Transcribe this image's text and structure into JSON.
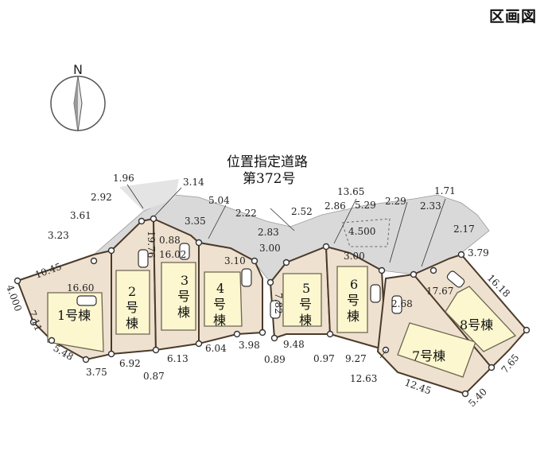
{
  "header": {
    "title": "区画図"
  },
  "compass": {
    "north_label": "N"
  },
  "road": {
    "line1": "位置指定道路",
    "line2": "第372号"
  },
  "houses": [
    "1号棟",
    "2\n号\n棟",
    "3\n号\n棟",
    "4\n号\n棟",
    "5\n号\n棟",
    "6\n号\n棟",
    "7号棟",
    "8号棟"
  ],
  "house_labels": {
    "h1": "1号棟",
    "h2a": "2",
    "h2b": "号",
    "h2c": "棟",
    "h3a": "3",
    "h3b": "号",
    "h3c": "棟",
    "h4a": "4",
    "h4b": "号",
    "h4c": "棟",
    "h5a": "5",
    "h5b": "号",
    "h5c": "棟",
    "h6a": "6",
    "h6b": "号",
    "h6c": "棟",
    "h7": "7号棟",
    "h8": "8号棟"
  },
  "dimensions": {
    "d_196": "1.96",
    "d_314": "3.14",
    "d_292": "2.92",
    "d_361": "3.61",
    "d_323": "3.23",
    "d_1045": "10.45",
    "d_1660": "16.60",
    "d_4000": "4.000",
    "d_711": "7.11",
    "d_548": "5.48",
    "d_375": "3.75",
    "d_692": "6.92",
    "d_087": "0.87",
    "d_613": "6.13",
    "d_604": "6.04",
    "d_398": "3.98",
    "d_089": "0.89",
    "d_948": "9.48",
    "d_097": "0.97",
    "d_927": "9.27",
    "d_1263": "12.63",
    "d_1245": "12.45",
    "d_540": "5.40",
    "d_765": "7.65",
    "d_1618": "16.18",
    "d_379": "3.79",
    "d_217": "2.17",
    "d_233": "2.33",
    "d_171": "1.71",
    "d_229": "2.29",
    "d_1365": "13.65",
    "d_529": "5.29",
    "d_286": "2.86",
    "d_252": "2.52",
    "d_4500": "4.500",
    "d_300a": "3.00",
    "d_300b": "3.00",
    "d_283": "2.83",
    "d_310": "3.10",
    "d_222": "2.22",
    "d_504": "5.04",
    "d_335": "3.35",
    "d_088": "0.88",
    "d_1602": "16.02",
    "d_1976": "19.76",
    "d_782": "7.82",
    "d_268": "2.68",
    "d_1767": "17.67"
  },
  "colors": {
    "lot": "#efe1cf",
    "building": "#fcf7cf",
    "road": "#d9d9d9",
    "outline": "#4a3a2a"
  }
}
